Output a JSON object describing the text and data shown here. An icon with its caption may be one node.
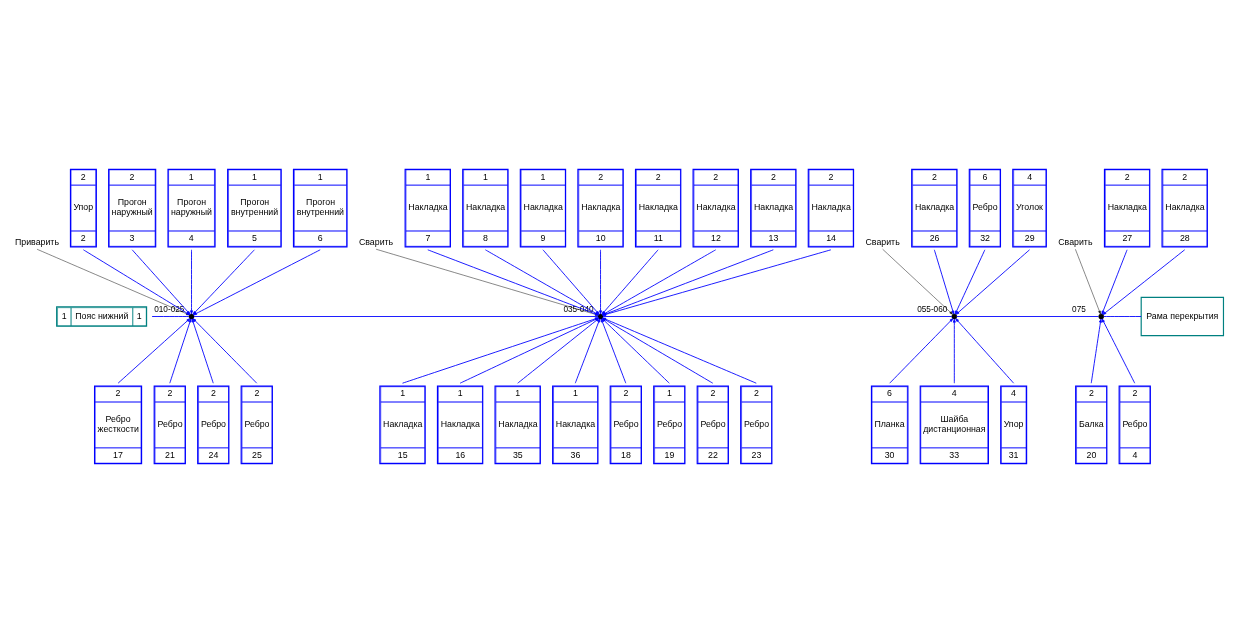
{
  "diagram": {
    "nodes": [
      {
        "text": [
          "1",
          "Пояс нижний",
          "1"
        ]
      },
      {
        "text": [],
        "shape": "point",
        "beside": [
          "010-025"
        ]
      },
      {
        "text": [
          "Приварить"
        ]
      },
      {
        "text": [
          "2",
          "Упор",
          "2"
        ]
      },
      {
        "text": [
          "2",
          "Прогон наружный",
          "3"
        ]
      },
      {
        "text": [
          "1",
          "Прогон наружный",
          "4"
        ]
      },
      {
        "text": [
          "1",
          "Прогон внутренний",
          "5"
        ]
      },
      {
        "text": [
          "1",
          "Прогон внутренний",
          "6"
        ]
      },
      {
        "text": [
          "2",
          "Ребро жесткости",
          "17"
        ]
      },
      {
        "text": [
          "2",
          "Ребро",
          "21"
        ]
      },
      {
        "text": [
          "2",
          "Ребро",
          "24"
        ]
      },
      {
        "text": [
          "2",
          "Ребро",
          "25"
        ]
      },
      {
        "text": [],
        "shape": "point",
        "beside": [
          "035-040"
        ]
      },
      {
        "text": [
          "Сварить"
        ]
      },
      {
        "text": [
          "1",
          "Накладка",
          "7"
        ]
      },
      {
        "text": [
          "1",
          "Накладка",
          "8"
        ]
      },
      {
        "text": [
          "1",
          "Накладка",
          "9"
        ]
      },
      {
        "text": [
          "2",
          "Накладка",
          "10"
        ]
      },
      {
        "text": [
          "2",
          "Накладка",
          "11"
        ]
      },
      {
        "text": [
          "2",
          "Накладка",
          "12"
        ]
      },
      {
        "text": [
          "2",
          "Накладка",
          "13"
        ]
      },
      {
        "text": [
          "2",
          "Накладка",
          "14"
        ]
      },
      {
        "text": [
          "1",
          "Накладка",
          "15"
        ]
      },
      {
        "text": [
          "1",
          "Накладка",
          "16"
        ]
      },
      {
        "text": [
          "1",
          "Накладка",
          "35"
        ]
      },
      {
        "text": [
          "1",
          "Накладка",
          "36"
        ]
      },
      {
        "text": [
          "2",
          "Ребро",
          "18"
        ]
      },
      {
        "text": [
          "1",
          "Ребро",
          "19"
        ]
      },
      {
        "text": [
          "2",
          "Ребро",
          "22"
        ]
      },
      {
        "text": [
          "2",
          "Ребро",
          "23"
        ]
      },
      {
        "text": [],
        "shape": "point",
        "beside": [
          "055-060"
        ]
      },
      {
        "text": [
          "Сварить"
        ]
      },
      {
        "text": [
          "2",
          "Накладка",
          "26"
        ]
      },
      {
        "text": [
          "6",
          "Ребро",
          "32"
        ]
      },
      {
        "text": [
          "4",
          "Уголок",
          "29"
        ]
      },
      {
        "text": [
          "6",
          "Планка",
          "30"
        ]
      },
      {
        "text": [
          "4",
          "Шайба дистанционная",
          "33"
        ]
      },
      {
        "text": [
          "4",
          "Упор",
          "31"
        ]
      },
      {
        "text": [],
        "shape": "point",
        "beside": [
          "075"
        ]
      },
      {
        "text": [
          "Сварить"
        ]
      },
      {
        "text": [
          "2",
          "Накладка",
          "27"
        ]
      },
      {
        "text": [
          "2",
          "Накладка",
          "28"
        ]
      },
      {
        "text": [
          "2",
          "Балка",
          "20"
        ]
      },
      {
        "text": [
          "2",
          "Ребро",
          "4"
        ]
      },
      {
        "text": [
          "Рама перекрытия"
        ]
      }
    ],
    "edges": [
      {
        "from": 0,
        "to": 1,
        "arrow": "none"
      },
      {
        "from": 1,
        "to": 12,
        "arrow": "none"
      },
      {
        "from": 12,
        "to": 30,
        "arrow": "none"
      },
      {
        "from": 30,
        "to": 38,
        "arrow": "none"
      },
      {
        "from": 38,
        "to": 44,
        "arrow": "none"
      },
      {
        "from": 2,
        "to": 1,
        "arrow": "to",
        "color": "#000000"
      },
      {
        "from": 3,
        "to": 1,
        "arrow": "to"
      },
      {
        "from": 4,
        "to": 1,
        "arrow": "to"
      },
      {
        "from": 5,
        "to": 1,
        "arrow": "to"
      },
      {
        "from": 6,
        "to": 1,
        "arrow": "to"
      },
      {
        "from": 7,
        "to": 1,
        "arrow": "to"
      },
      {
        "from": 8,
        "to": 1,
        "arrow": "to"
      },
      {
        "from": 9,
        "to": 1,
        "arrow": "to"
      },
      {
        "from": 10,
        "to": 1,
        "arrow": "to"
      },
      {
        "from": 11,
        "to": 1,
        "arrow": "to"
      },
      {
        "from": 13,
        "to": 12,
        "arrow": "to",
        "color": "#000000"
      },
      {
        "from": 14,
        "to": 12,
        "arrow": "to"
      },
      {
        "from": 15,
        "to": 12,
        "arrow": "to"
      },
      {
        "from": 16,
        "to": 12,
        "arrow": "to"
      },
      {
        "from": 17,
        "to": 12,
        "arrow": "to"
      },
      {
        "from": 18,
        "to": 12,
        "arrow": "to"
      },
      {
        "from": 19,
        "to": 12,
        "arrow": "to"
      },
      {
        "from": 20,
        "to": 12,
        "arrow": "to"
      },
      {
        "from": 21,
        "to": 12,
        "arrow": "to"
      },
      {
        "from": 22,
        "to": 12,
        "arrow": "to"
      },
      {
        "from": 23,
        "to": 12,
        "arrow": "to"
      },
      {
        "from": 24,
        "to": 12,
        "arrow": "to"
      },
      {
        "from": 25,
        "to": 12,
        "arrow": "to"
      },
      {
        "from": 26,
        "to": 12,
        "arrow": "to"
      },
      {
        "from": 27,
        "to": 12,
        "arrow": "to"
      },
      {
        "from": 28,
        "to": 12,
        "arrow": "to"
      },
      {
        "from": 29,
        "to": 12,
        "arrow": "to"
      },
      {
        "from": 31,
        "to": 30,
        "arrow": "to",
        "color": "#000000"
      },
      {
        "from": 32,
        "to": 30,
        "arrow": "to"
      },
      {
        "from": 33,
        "to": 30,
        "arrow": "to"
      },
      {
        "from": 34,
        "to": 30,
        "arrow": "to"
      },
      {
        "from": 35,
        "to": 30,
        "arrow": "to"
      },
      {
        "from": 36,
        "to": 30,
        "arrow": "to"
      },
      {
        "from": 37,
        "to": 30,
        "arrow": "to"
      },
      {
        "from": 39,
        "to": 38,
        "arrow": "to",
        "color": "#000000"
      },
      {
        "from": 40,
        "to": 38,
        "arrow": "to"
      },
      {
        "from": 41,
        "to": 38,
        "arrow": "to"
      },
      {
        "from": 42,
        "to": 38,
        "arrow": "to"
      },
      {
        "from": 43,
        "to": 38,
        "arrow": "to"
      }
    ]
  }
}
